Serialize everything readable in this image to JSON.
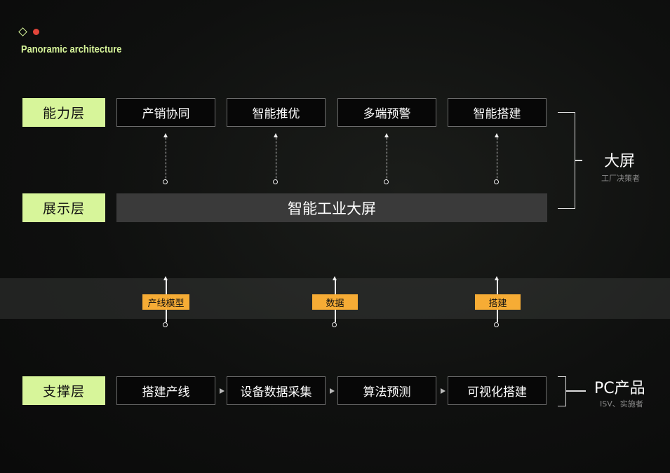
{
  "header": {
    "title": "Panoramic architecture"
  },
  "layers": {
    "capability": "能力层",
    "display": "展示层",
    "support": "支撑层"
  },
  "capability_boxes": [
    "产销协同",
    "智能推优",
    "多端预警",
    "智能搭建"
  ],
  "display_screen": "智能工业大屏",
  "data_tags": [
    "产线模型",
    "数据",
    "搭建"
  ],
  "support_boxes": [
    "搭建产线",
    "设备数据采集",
    "算法预测",
    "可视化搭建"
  ],
  "side": {
    "top_title": "大屏",
    "top_sub": "工厂决策者",
    "bottom_title": "PC产品",
    "bottom_sub": "ISV、实施者"
  },
  "colors": {
    "accent": "#d7f59a",
    "tag": "#f6ac35",
    "warn_dot": "#e2453a"
  }
}
